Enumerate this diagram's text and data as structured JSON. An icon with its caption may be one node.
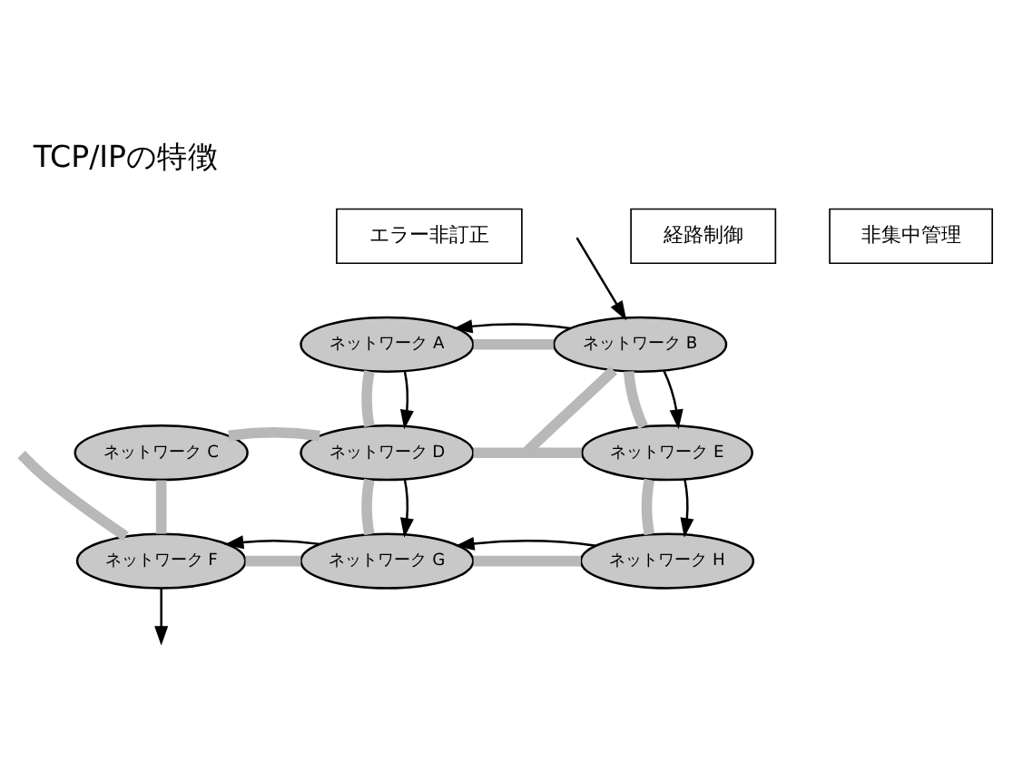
{
  "diagram": {
    "title": "TCP/IPの特徴",
    "nodes": [
      {
        "text": [
          "エラー非訂正"
        ]
      },
      {
        "text": [
          "経路制御"
        ]
      },
      {
        "text": [
          "非集中管理"
        ]
      },
      {
        "text": [
          "ネットワーク A"
        ]
      },
      {
        "text": [
          "ネットワーク B"
        ]
      },
      {
        "text": [
          "ネットワーク C"
        ]
      },
      {
        "text": [
          "ネットワーク D"
        ]
      },
      {
        "text": [
          "ネットワーク E"
        ]
      },
      {
        "text": [
          "ネットワーク F"
        ]
      },
      {
        "text": [
          "ネットワーク G"
        ]
      },
      {
        "text": [
          "ネットワーク H"
        ]
      }
    ],
    "edges": [
      {
        "from": 3,
        "to": 4,
        "arrow": "none"
      },
      {
        "from": 4,
        "to": null,
        "arrow": "none"
      },
      {
        "from": 3,
        "to": 6,
        "arrow": "none"
      },
      {
        "from": 4,
        "to": 7,
        "arrow": "none"
      },
      {
        "from": 5,
        "to": 6,
        "arrow": "none"
      },
      {
        "from": 6,
        "to": 7,
        "arrow": "none"
      },
      {
        "from": 5,
        "to": 8,
        "arrow": "none"
      },
      {
        "from": 6,
        "to": 9,
        "arrow": "none"
      },
      {
        "from": 7,
        "to": 10,
        "arrow": "none"
      },
      {
        "from": null,
        "to": 8,
        "arrow": "none"
      },
      {
        "from": 8,
        "to": 9,
        "arrow": "none"
      },
      {
        "from": 9,
        "to": 10,
        "arrow": "none"
      },
      {
        "from": null,
        "to": 4,
        "arrow": "to",
        "color": "#000000"
      },
      {
        "from": 4,
        "to": 3,
        "arrow": "to",
        "color": "#000000"
      },
      {
        "from": 3,
        "to": 6,
        "arrow": "to",
        "color": "#000000"
      },
      {
        "from": 4,
        "to": 7,
        "arrow": "to",
        "color": "#000000"
      },
      {
        "from": 6,
        "to": 9,
        "arrow": "to",
        "color": "#000000"
      },
      {
        "from": 7,
        "to": 10,
        "arrow": "to",
        "color": "#000000"
      },
      {
        "from": 10,
        "to": 9,
        "arrow": "to",
        "color": "#000000"
      },
      {
        "from": 9,
        "to": 8,
        "arrow": "to",
        "color": "#000000"
      },
      {
        "from": 8,
        "to": null,
        "arrow": "to",
        "color": "#000000"
      }
    ]
  }
}
